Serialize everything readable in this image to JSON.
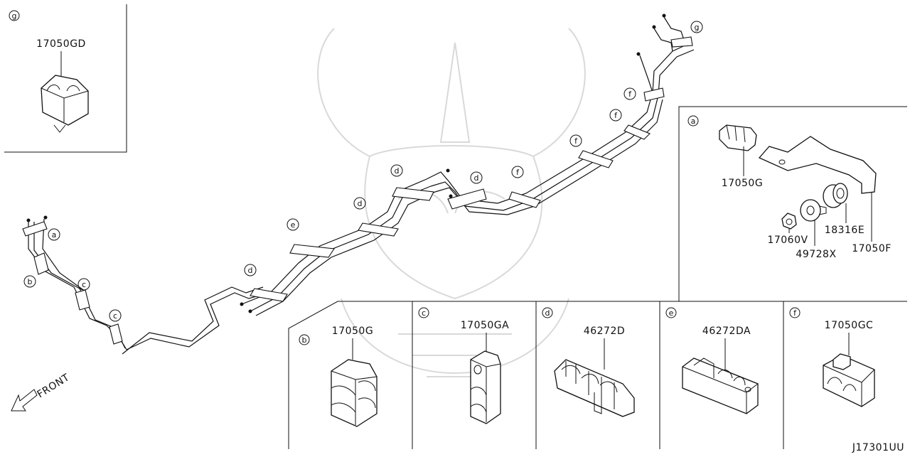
{
  "diagram_code": "J17301UU",
  "front_label": "FRONT",
  "inset_panels": [
    {
      "key": "g",
      "letter": "g",
      "part": "17050GD"
    },
    {
      "key": "a",
      "letter": "a",
      "parts": [
        "17050G",
        "17060V",
        "49728X",
        "18316E",
        "17050F"
      ]
    },
    {
      "key": "b",
      "letter": "b",
      "part": "17050G"
    },
    {
      "key": "c",
      "letter": "c",
      "part": "17050GA"
    },
    {
      "key": "d",
      "letter": "d",
      "part": "46272D"
    },
    {
      "key": "e",
      "letter": "e",
      "part": "46272DA"
    },
    {
      "key": "f",
      "letter": "f",
      "part": "17050GC"
    }
  ],
  "clip_callouts": [
    "a",
    "b",
    "c",
    "c",
    "d",
    "d",
    "d",
    "d",
    "e",
    "f",
    "f",
    "f",
    "f",
    "g"
  ]
}
